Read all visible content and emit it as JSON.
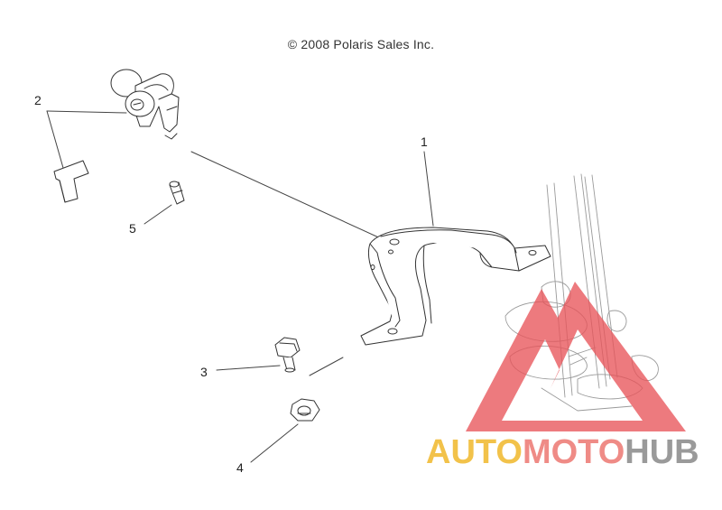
{
  "copyright": "© 2008 Polaris Sales Inc.",
  "callouts": [
    {
      "id": "1",
      "label": "1"
    },
    {
      "id": "2",
      "label": "2"
    },
    {
      "id": "3",
      "label": "3"
    },
    {
      "id": "4",
      "label": "4"
    },
    {
      "id": "5",
      "label": "5"
    }
  ],
  "watermark": {
    "part1": "AUTO",
    "part2": "MOTO",
    "part3": "HUB",
    "colors": {
      "auto": "#f2c24a",
      "moto": "#ef8b86",
      "hub": "#9a9a9a",
      "logo": "#e8545a"
    }
  }
}
